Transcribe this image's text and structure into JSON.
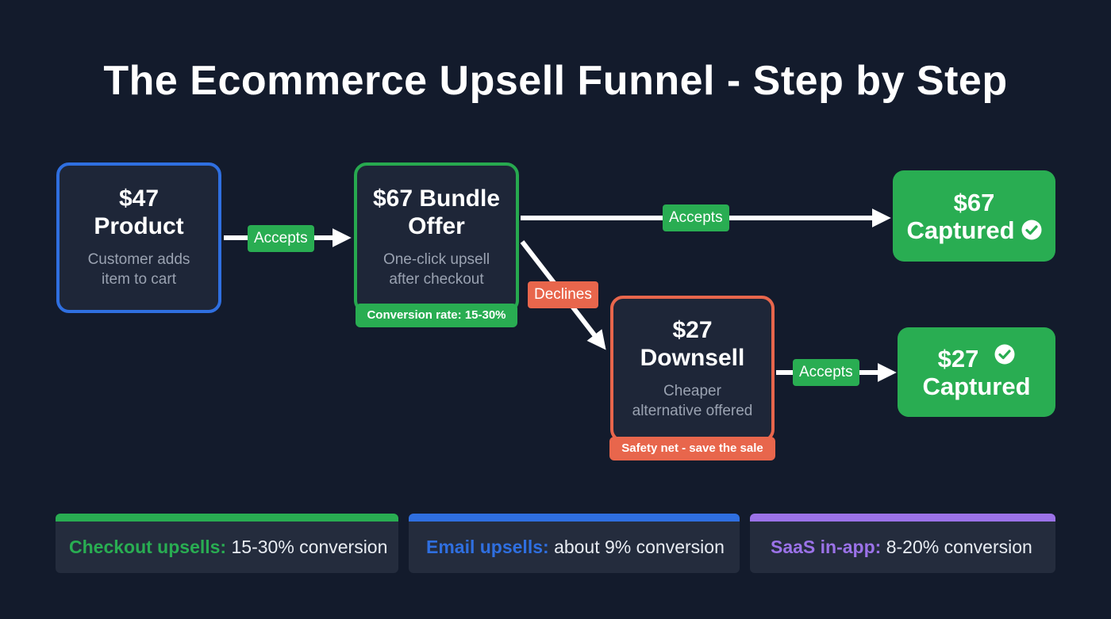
{
  "title": "The Ecommerce Upsell Funnel - Step by Step",
  "colors": {
    "background": "#131b2c",
    "node_fill": "#1e2638",
    "blue": "#2f6fe0",
    "green": "#29ad52",
    "red": "#e8664c",
    "purple": "#9b72e8"
  },
  "nodes": {
    "product": {
      "line1": "$47",
      "line2": "Product",
      "desc1": "Customer adds",
      "desc2": "item to cart"
    },
    "bundle": {
      "line1": "$67 Bundle",
      "line2": "Offer",
      "desc1": "One-click upsell",
      "desc2": "after checkout",
      "tag": "Conversion rate: 15-30%"
    },
    "downsell": {
      "line1": "$27",
      "line2": "Downsell",
      "desc1": "Cheaper",
      "desc2": "alternative offered",
      "tag": "Safety net - save the sale"
    }
  },
  "results": {
    "r67": {
      "line1": "$67",
      "line2": "Captured",
      "icon": "check-circle-icon"
    },
    "r27": {
      "line1": "$27",
      "line2": "Captured",
      "icon": "check-circle-icon"
    }
  },
  "edges": {
    "product_to_bundle": "Accepts",
    "bundle_to_67": "Accepts",
    "bundle_to_downsell": "Declines",
    "downsell_to_27": "Accepts"
  },
  "stats": [
    {
      "label": "Checkout upsells:",
      "value": "15-30% conversion",
      "color": "#29ad52"
    },
    {
      "label": "Email upsells:",
      "value": "about 9% conversion",
      "color": "#2f6fe0"
    },
    {
      "label": "SaaS in-app:",
      "value": "8-20% conversion",
      "color": "#9b72e8"
    }
  ]
}
